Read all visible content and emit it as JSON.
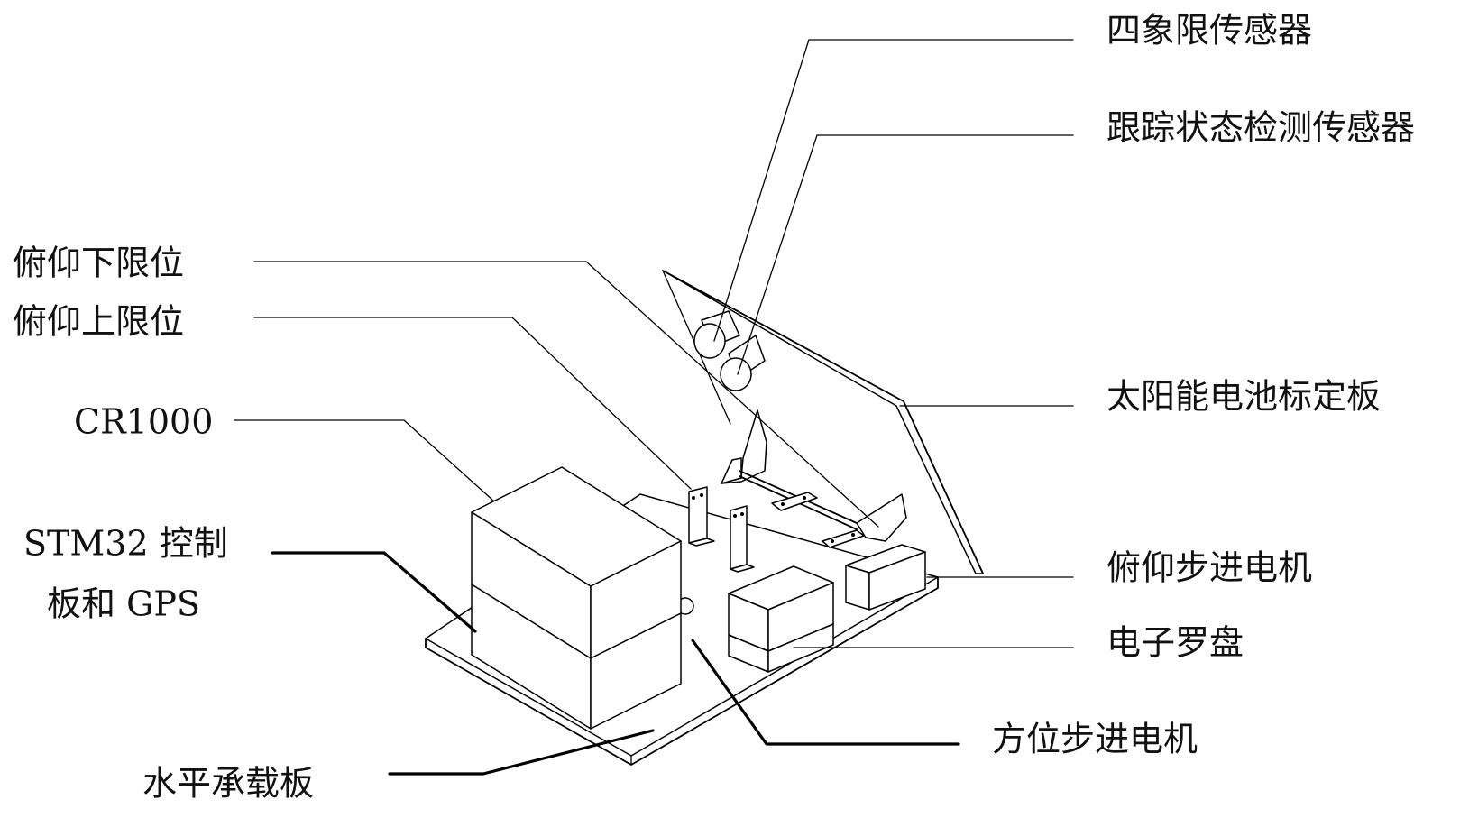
{
  "labels": {
    "quadrant_sensor": "四象限传感器",
    "tracking_sensor": "跟踪状态检测传感器",
    "pitch_lower_limit": "俯仰下限位",
    "pitch_upper_limit": "俯仰上限位",
    "cr1000": "CR1000",
    "stm32_line1": "STM32 控制",
    "stm32_line2": "板和 GPS",
    "solar_panel": "太阳能电池标定板",
    "pitch_motor": "俯仰步进电机",
    "compass": "电子罗盘",
    "azimuth_motor": "方位步进电机",
    "base_plate": "水平承载板"
  }
}
